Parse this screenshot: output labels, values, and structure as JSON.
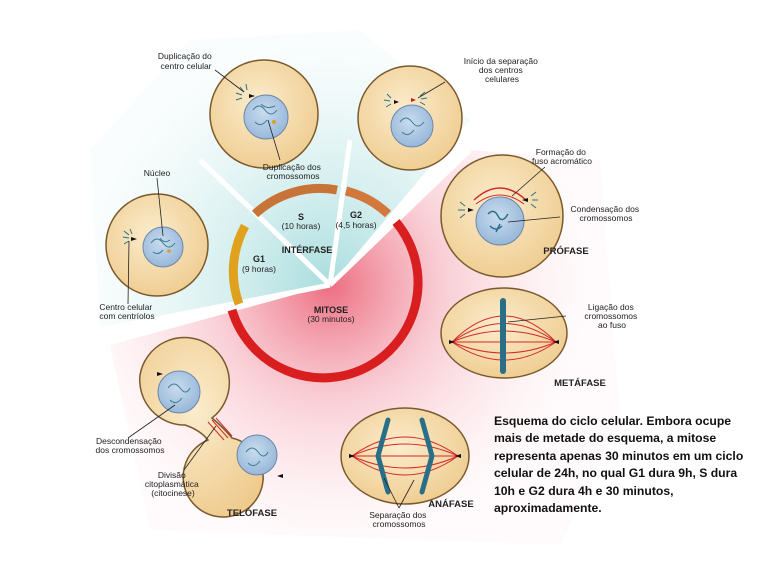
{
  "diagram": {
    "cycle": {
      "interfase": "INTÉRFASE",
      "g1": {
        "name": "G1",
        "duration": "(9 horas)"
      },
      "s": {
        "name": "S",
        "duration": "(10 horas)"
      },
      "g2": {
        "name": "G2",
        "duration": "(4,5 horas)"
      },
      "mitose": {
        "name": "MITOSE",
        "duration": "(30 minutos)"
      }
    },
    "labels": {
      "dup_centro": [
        "Duplicação do",
        "centro celular"
      ],
      "inicio_sep": [
        "Início da separação",
        "dos centros",
        "celulares"
      ],
      "dup_crom": [
        "Duplicação dos",
        "cromossomos"
      ],
      "nucleo": "Núcleo",
      "centro_centriolos": [
        "Centro celular",
        "com centríolos"
      ],
      "formacao_fuso": [
        "Formação do",
        "fuso acromático"
      ],
      "condensacao": [
        "Condensação dos",
        "cromossomos"
      ],
      "ligacao": [
        "Ligação dos",
        "cromossomos",
        "ao fuso"
      ],
      "descondensacao": [
        "Descondensação",
        "dos cromossomos"
      ],
      "divisao": [
        "Divisão",
        "citoplasmática",
        "(citocinese)"
      ],
      "separacao": [
        "Separação dos",
        "cromossomos"
      ]
    },
    "phases": {
      "profase": "PRÓFASE",
      "metafase": "METÁFASE",
      "anafase": "ANÁFASE",
      "telofase": "TELÓFASE"
    },
    "colors": {
      "g1": "#e0a21e",
      "s": "#c87438",
      "g2": "#d2783c",
      "mitose": "#d81e1e",
      "cell_fill": "#f3d8a4",
      "cell_stroke": "#7a5a2c",
      "nucleus": "#a9c6e2",
      "chromosome": "#2a6f88",
      "spindle": "#d12a2a"
    }
  },
  "caption": "Esquema do ciclo celular. Embora ocupe mais de metade do esquema, a mitose representa apenas 30 minutos em um ciclo celular de 24h, no qual G1 dura 9h, S dura 10h e G2 dura 4h e 30 minutos, aproximadamente."
}
